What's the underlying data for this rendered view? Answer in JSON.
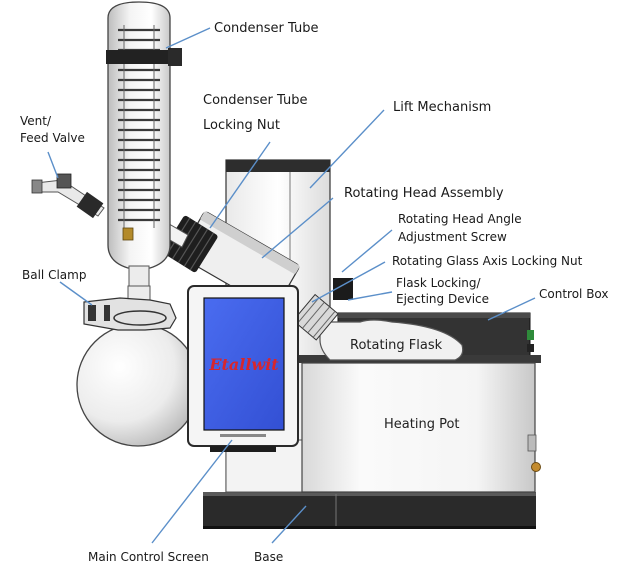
{
  "brand": {
    "logo_text": "Etallwit",
    "logo_color": "#d8262c",
    "screen_color": "#3d5ee0"
  },
  "labels": {
    "condenser_tube": "Condenser Tube",
    "locking_nut_line1": "Condenser Tube",
    "locking_nut_line2": "Locking Nut",
    "vent_line1": "Vent/",
    "vent_line2": "Feed Valve",
    "lift_mechanism": "Lift Mechanism",
    "rotating_head_assembly": "Rotating Head Assembly",
    "angle_screw_line1": "Rotating Head Angle",
    "angle_screw_line2": "Adjustment Screw",
    "glass_axis_nut": "Rotating Glass Axis Locking Nut",
    "flask_lock_line1": "Flask Locking/",
    "flask_lock_line2": "Ejecting Device",
    "control_box": "Control Box",
    "ball_clamp": "Ball Clamp",
    "rotating_flask": "Rotating Flask",
    "heating_pot": "Heating Pot",
    "main_control_screen": "Main Control Screen",
    "base": "Base"
  },
  "colors": {
    "leader": "#5b8fc9",
    "dark_metal": "#2b2b2b",
    "glass_outline": "#555555"
  }
}
